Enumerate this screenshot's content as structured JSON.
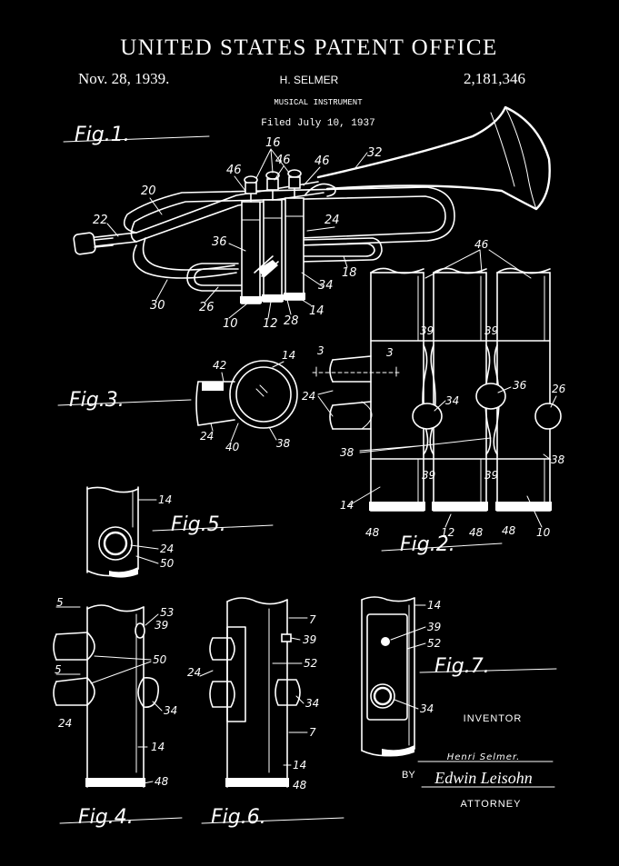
{
  "header": {
    "office": "UNITED STATES PATENT OFFICE",
    "date": "Nov. 28, 1939.",
    "inventor_name": "H. SELMER",
    "patent_number": "2,181,346",
    "title": "MUSICAL INSTRUMENT",
    "filed": "Filed July 10, 1937"
  },
  "figures": {
    "fig1": {
      "label": "Fig.1.",
      "refs": [
        "16",
        "46",
        "46",
        "46",
        "32",
        "20",
        "22",
        "24",
        "36",
        "18",
        "34",
        "30",
        "26",
        "10",
        "12",
        "28",
        "14"
      ]
    },
    "fig2": {
      "label": "Fig.2.",
      "refs": [
        "46",
        "39",
        "39",
        "36",
        "34",
        "26",
        "3",
        "3",
        "24",
        "38",
        "38",
        "39",
        "39",
        "14",
        "48",
        "12",
        "48",
        "48",
        "10"
      ]
    },
    "fig3": {
      "label": "Fig.3.",
      "refs": [
        "14",
        "42",
        "24",
        "40",
        "38"
      ]
    },
    "fig4": {
      "label": "Fig.4.",
      "refs": [
        "5",
        "53",
        "39",
        "50",
        "5",
        "34",
        "24",
        "14",
        "48"
      ]
    },
    "fig5": {
      "label": "Fig.5.",
      "refs": [
        "14",
        "24",
        "50"
      ]
    },
    "fig6": {
      "label": "Fig.6.",
      "refs": [
        "7",
        "39",
        "52",
        "24",
        "34",
        "7",
        "14",
        "48"
      ]
    },
    "fig7": {
      "label": "Fig.7.",
      "refs": [
        "14",
        "39",
        "52",
        "34"
      ]
    }
  },
  "signature": {
    "inventor_heading": "INVENTOR",
    "inventor_script": "Henri Selmer.",
    "by": "BY",
    "attorney_script": "Edwin Leisohn",
    "attorney_heading": "ATTORNEY"
  },
  "colors": {
    "background": "#000000",
    "ink": "#ffffff"
  }
}
